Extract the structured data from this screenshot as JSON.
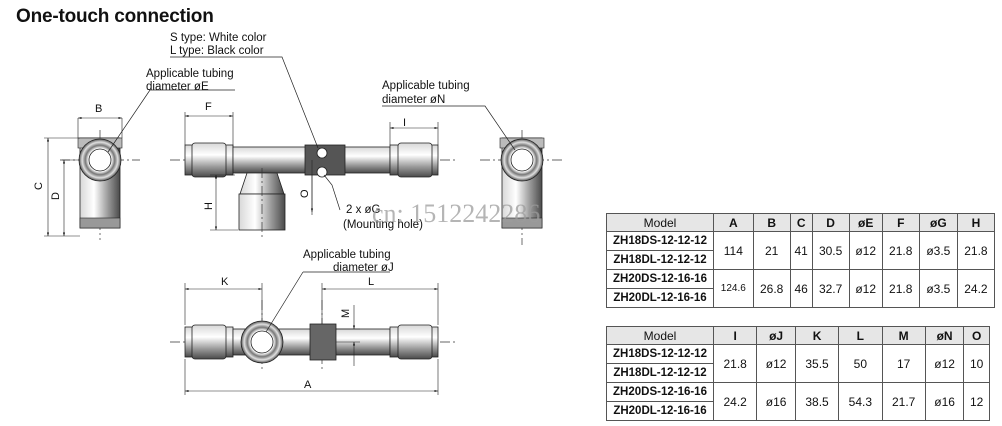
{
  "title": "One-touch connection",
  "watermark": "cn: 1512242286",
  "callouts": {
    "s_type": "S type: White color",
    "l_type": "L type: Black color",
    "tubing_e_1": "Applicable tubing",
    "tubing_e_2": "diameter øE",
    "tubing_n_1": "Applicable tubing",
    "tubing_n_2": "diameter øN",
    "tubing_j_1": "Applicable tubing",
    "tubing_j_2": "diameter øJ",
    "mounting_1": "2 x øG",
    "mounting_2": "(Mounting hole)"
  },
  "dims": {
    "A": "A",
    "B": "B",
    "C": "C",
    "D": "D",
    "F": "F",
    "H": "H",
    "I": "I",
    "K": "K",
    "L": "L",
    "M": "M",
    "O": "O"
  },
  "table1": {
    "headers": [
      "Model",
      "A",
      "B",
      "C",
      "D",
      "øE",
      "F",
      "øG",
      "H"
    ],
    "rows": [
      {
        "models": [
          "ZH18DS-12-12-12",
          "ZH18DL-12-12-12"
        ],
        "values": [
          "114",
          "21",
          "41",
          "30.5",
          "ø12",
          "21.8",
          "ø3.5",
          "21.8"
        ]
      },
      {
        "models": [
          "ZH20DS-12-16-16",
          "ZH20DL-12-16-16"
        ],
        "values": [
          "124.6",
          "26.8",
          "46",
          "32.7",
          "ø12",
          "21.8",
          "ø3.5",
          "24.2"
        ]
      }
    ]
  },
  "table2": {
    "headers": [
      "Model",
      "I",
      "øJ",
      "K",
      "L",
      "M",
      "øN",
      "O"
    ],
    "rows": [
      {
        "models": [
          "ZH18DS-12-12-12",
          "ZH18DL-12-12-12"
        ],
        "values": [
          "21.8",
          "ø12",
          "35.5",
          "50",
          "17",
          "ø12",
          "10"
        ]
      },
      {
        "models": [
          "ZH20DS-12-16-16",
          "ZH20DL-12-16-16"
        ],
        "values": [
          "24.2",
          "ø16",
          "38.5",
          "54.3",
          "21.7",
          "ø16",
          "12"
        ]
      }
    ]
  }
}
